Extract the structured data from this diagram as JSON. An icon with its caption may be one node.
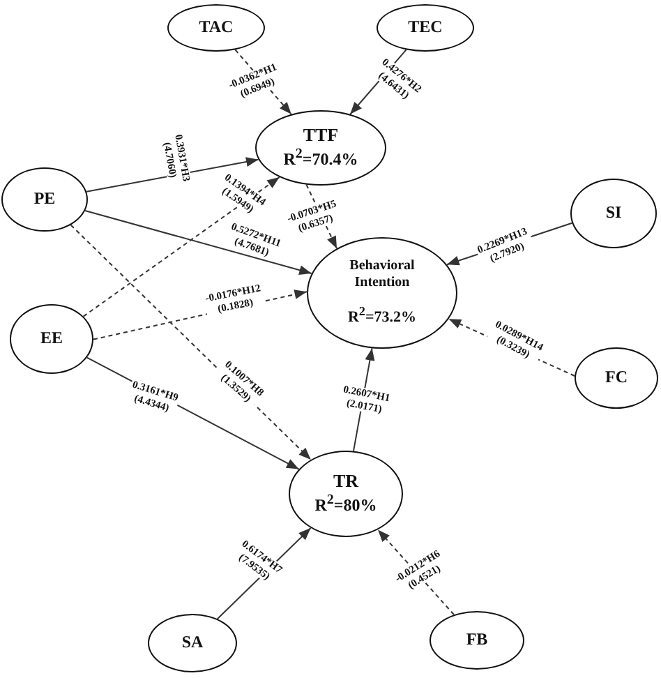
{
  "diagram": {
    "nodes": [
      {
        "text": [
          "TAC"
        ]
      },
      {
        "text": [
          "TEC"
        ]
      },
      {
        "text": [
          "TTF",
          "R$^{2}$=70.4%"
        ]
      },
      {
        "text": [
          "PE"
        ]
      },
      {
        "text": [
          "SI"
        ]
      },
      {
        "text": [
          "Behavioral Intention",
          "R$^{2}$=73.2%"
        ]
      },
      {
        "text": [
          "EE"
        ]
      },
      {
        "text": [
          "FC"
        ]
      },
      {
        "text": [
          "TR",
          "R$^{2}$=80%"
        ]
      },
      {
        "text": [
          "SA"
        ]
      },
      {
        "text": [
          "FB"
        ]
      }
    ],
    "edges": [
      {
        "from": 0,
        "to": 2,
        "arrow": "to",
        "label": "-0.0362*H1 (0.6949)",
        "style": "dashed"
      },
      {
        "from": 1,
        "to": 2,
        "arrow": "to",
        "label": "0.4276*H2 (4.6431)"
      },
      {
        "from": 3,
        "to": 2,
        "arrow": "to",
        "label": "0.3931*H3 (4.7060)"
      },
      {
        "from": 6,
        "to": 2,
        "arrow": "to",
        "label": "0.1394*H4 (1.5949)",
        "style": "dashed"
      },
      {
        "from": 2,
        "to": 5,
        "arrow": "to",
        "label": "-0.0703*H5 (0.6357)",
        "style": "dashed"
      },
      {
        "from": 10,
        "to": 8,
        "arrow": "to",
        "label": "-0.0212*H6 (0.4521)",
        "style": "dashed"
      },
      {
        "from": 9,
        "to": 8,
        "arrow": "to",
        "label": "0.6174*H7 (7.9535)"
      },
      {
        "from": 3,
        "to": 8,
        "arrow": "to",
        "label": "0.1007*H8 (1.3529)",
        "style": "dashed"
      },
      {
        "from": 6,
        "to": 8,
        "arrow": "to",
        "label": "0.3161*H9 (4.4344)"
      },
      {
        "from": 8,
        "to": 5,
        "arrow": "to",
        "label": "0.2607*H1 (2.0171)"
      },
      {
        "from": 3,
        "to": 5,
        "arrow": "to",
        "label": "0.5272*H11 (4.7681)"
      },
      {
        "from": 6,
        "to": 5,
        "arrow": "to",
        "label": "-0.0176*H12 (0.1828)",
        "style": "dashed"
      },
      {
        "from": 4,
        "to": 5,
        "arrow": "to",
        "label": "0.2269*H13 (2.7920)"
      },
      {
        "from": 7,
        "to": 5,
        "arrow": "to",
        "label": "0.0289*H14 (0.3239)",
        "style": "dashed"
      }
    ]
  }
}
